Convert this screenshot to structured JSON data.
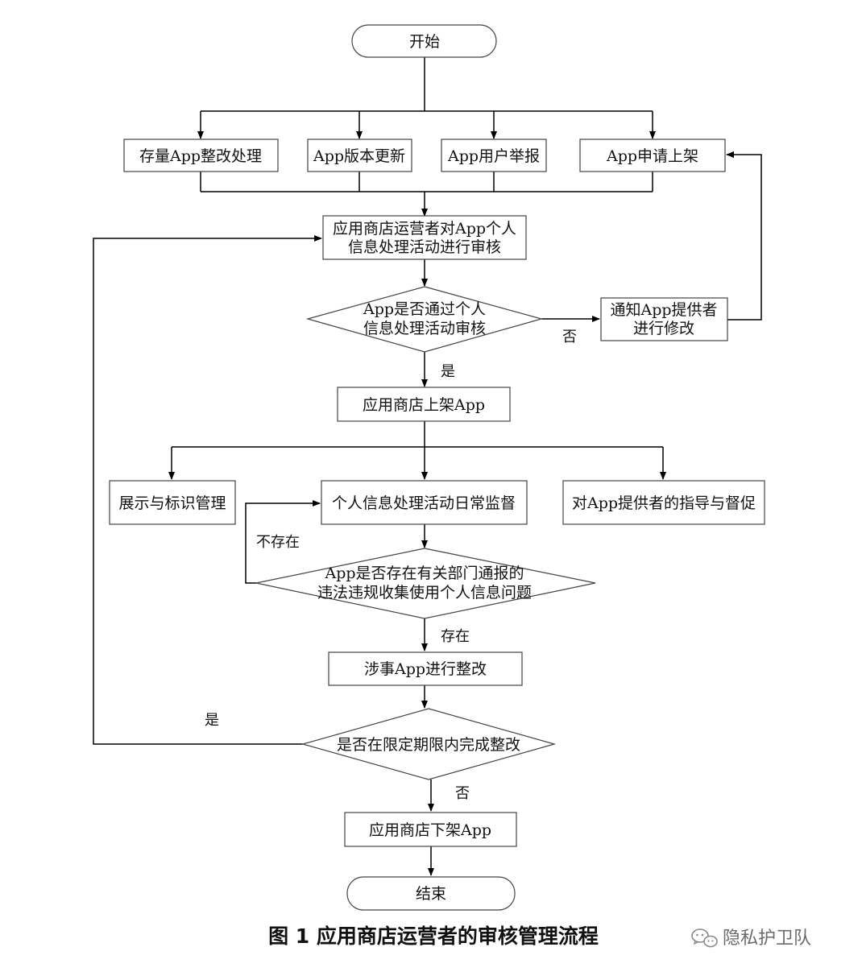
{
  "nodes": {
    "start": "开始",
    "src1": "存量App整改处理",
    "src2": "App版本更新",
    "src3": "App用户举报",
    "src4": "App申请上架",
    "review": [
      "应用商店运营者对App个人",
      "信息处理活动进行审核"
    ],
    "decision1": [
      "App是否通过个人",
      "信息处理活动审核"
    ],
    "notify": [
      "通知App提供者",
      "进行修改"
    ],
    "list": "应用商店上架App",
    "display": "展示与标识管理",
    "monitor": "个人信息处理活动日常监督",
    "guide": "对App提供者的指导与督促",
    "decision2": [
      "App是否存在有关部门通报的",
      "违法违规收集使用个人信息问题"
    ],
    "rectify": "涉事App进行整改",
    "decision3": "是否在限定期限内完成整改",
    "delist": "应用商店下架App",
    "end": "结束"
  },
  "labels": {
    "d1_no": "否",
    "d1_yes": "是",
    "d2_no": "不存在",
    "d2_yes": "存在",
    "d3_yes": "是",
    "d3_no": "否"
  },
  "caption": "图 1  应用商店运营者的审核管理流程",
  "watermark": {
    "icon": "wechat-icon",
    "text": "隐私护卫队"
  }
}
